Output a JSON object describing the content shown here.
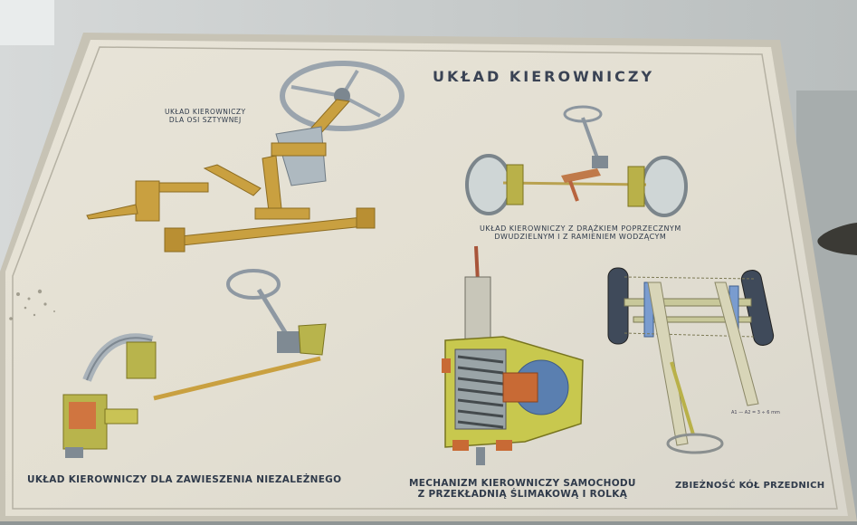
{
  "poster": {
    "title": "UKŁAD KIEROWNICZY",
    "captions": {
      "rigid_axle": "UKŁAD KIEROWNICZY\nDLA OSI SZTYWNEJ",
      "tie_rod": "UKŁAD KIEROWNICZY Z DRĄŻKIEM POPRZECZNYM\nDWUDZIELNYM I Z RAMIENIEM WODZĄCYM",
      "independent": "UKŁAD KIEROWNICZY DLA ZAWIESZENIA NIEZALEŻNEGO",
      "mechanism": "MECHANIZM KIEROWNICZY SAMOCHODU\nZ PRZEKŁADNIĄ ŚLIMAKOWĄ I ROLKĄ",
      "toe": "ZBIEŻNOŚĆ KÓŁ PRZEDNICH"
    },
    "toe_note": "A1 — A2 = 3 ÷ 6 mm"
  },
  "colors": {
    "paper": "#e6e2d6",
    "ochre": "#c9a040",
    "text": "#2f3a4a",
    "wall": "#c9cccc"
  }
}
